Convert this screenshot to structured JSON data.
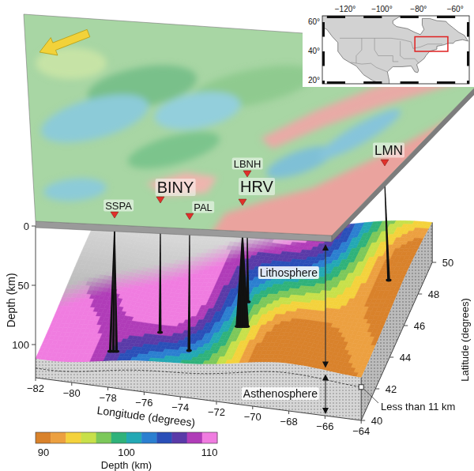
{
  "diagram": {
    "labels": [
      "−120°",
      "−100°",
      "−80°",
      "−60°",
      "60°",
      "40°",
      "20°",
      "LMN",
      "LBNH",
      "BINY",
      "HRV",
      "SSPA",
      "PAL",
      "0",
      "50",
      "100",
      "Depth (km)",
      "Lithosphere",
      "Asthenosphere",
      "Less than 11 km",
      "50",
      "48",
      "46",
      "44",
      "42",
      "40",
      "Latitude (degrees)",
      "−82",
      "−80",
      "−78",
      "−76",
      "−74",
      "−72",
      "−70",
      "−68",
      "−66",
      "−64",
      "Longitude (degrees)",
      "90",
      "100",
      "110",
      "Depth (km)"
    ]
  }
}
